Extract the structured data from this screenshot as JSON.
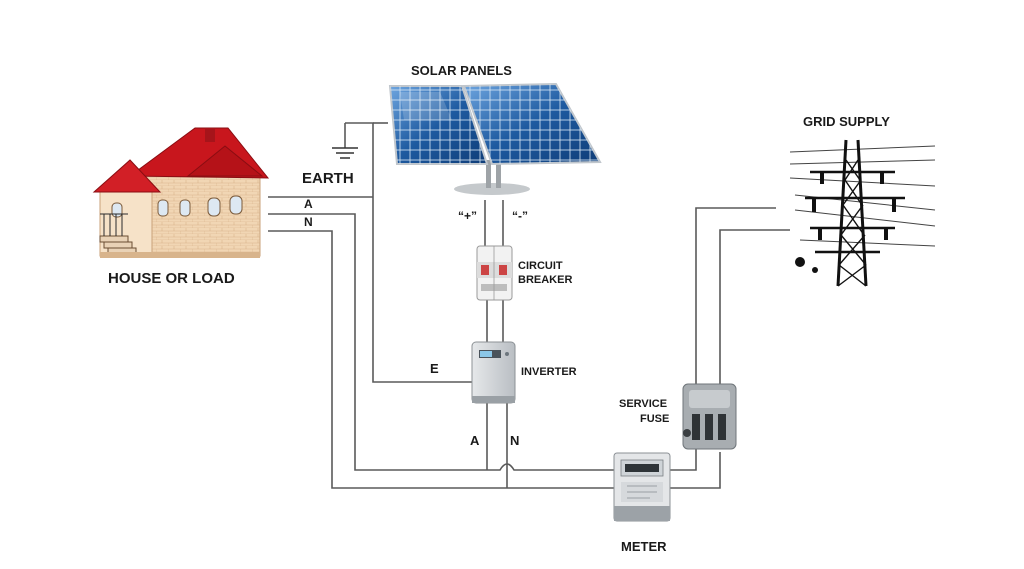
{
  "labels": {
    "solar_panels": "SOLAR PANELS",
    "grid_supply": "GRID SUPPLY",
    "earth": "EARTH",
    "house_or_load": "HOUSE OR LOAD",
    "house_a": "A",
    "house_n": "N",
    "plus": "“+”",
    "minus": "“-”",
    "circuit_breaker_1": "CIRCUIT",
    "circuit_breaker_2": "BREAKER",
    "inverter_e": "E",
    "inverter": "INVERTER",
    "inverter_a": "A",
    "inverter_n": "N",
    "service_fuse_1": "SERVICE",
    "service_fuse_2": "FUSE",
    "meter": "METER"
  },
  "colors": {
    "wire": "#555555",
    "roof": "#c8161d",
    "wall": "#f3dcc0",
    "panel": "#1d5fa8",
    "metal": "#cfd3d6"
  }
}
